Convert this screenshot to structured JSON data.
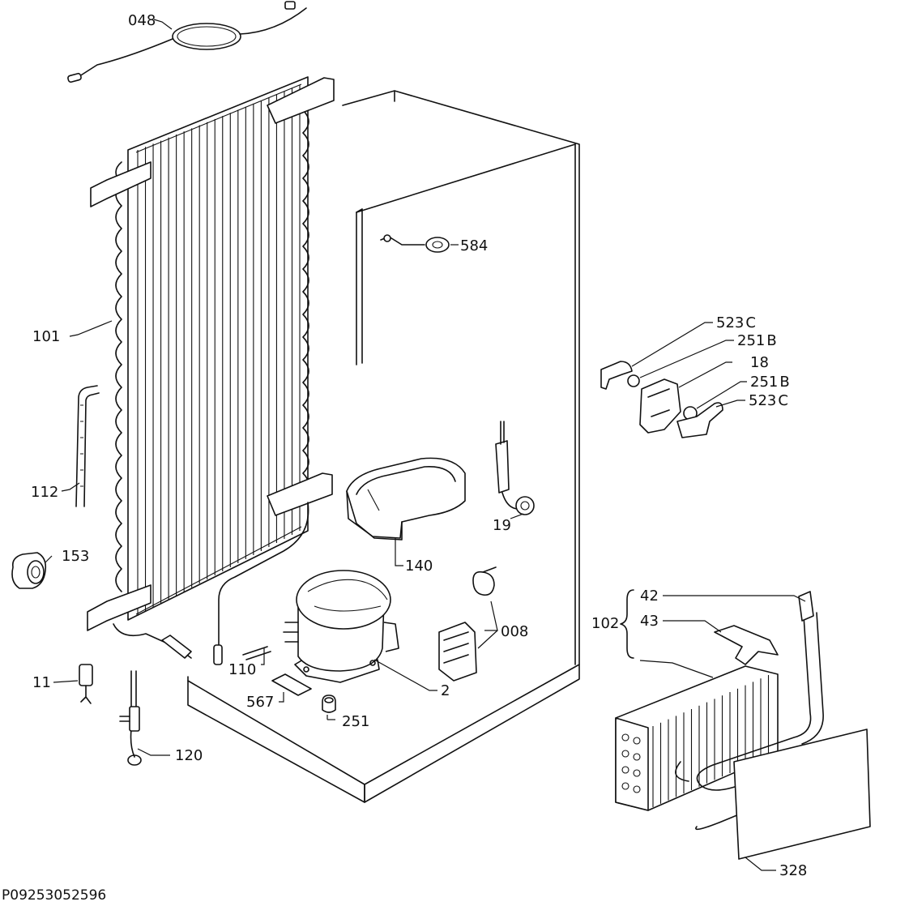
{
  "diagram": {
    "reference_code": "P09253052596",
    "callouts": [
      {
        "id": "048",
        "label": "048"
      },
      {
        "id": "584",
        "label": "584"
      },
      {
        "id": "101",
        "label": "101"
      },
      {
        "id": "112",
        "label": "112"
      },
      {
        "id": "153",
        "label": "153"
      },
      {
        "id": "11",
        "label": "11"
      },
      {
        "id": "120",
        "label": "120"
      },
      {
        "id": "110",
        "label": "110"
      },
      {
        "id": "567",
        "label": "567"
      },
      {
        "id": "251",
        "label": "251"
      },
      {
        "id": "2",
        "label": "2"
      },
      {
        "id": "140",
        "label": "140"
      },
      {
        "id": "19",
        "label": "19"
      },
      {
        "id": "008",
        "label": "008"
      },
      {
        "id": "102",
        "label": "102"
      },
      {
        "id": "42",
        "label": "42"
      },
      {
        "id": "43",
        "label": "43"
      },
      {
        "id": "328",
        "label": "328"
      },
      {
        "id": "18",
        "label": "18"
      },
      {
        "id": "523c_top",
        "label": "523",
        "suffix": "C"
      },
      {
        "id": "251b_top",
        "label": "251",
        "suffix": "B"
      },
      {
        "id": "251b_mid",
        "label": "251",
        "suffix": "B"
      },
      {
        "id": "523c_bot",
        "label": "523",
        "suffix": "C"
      }
    ]
  }
}
